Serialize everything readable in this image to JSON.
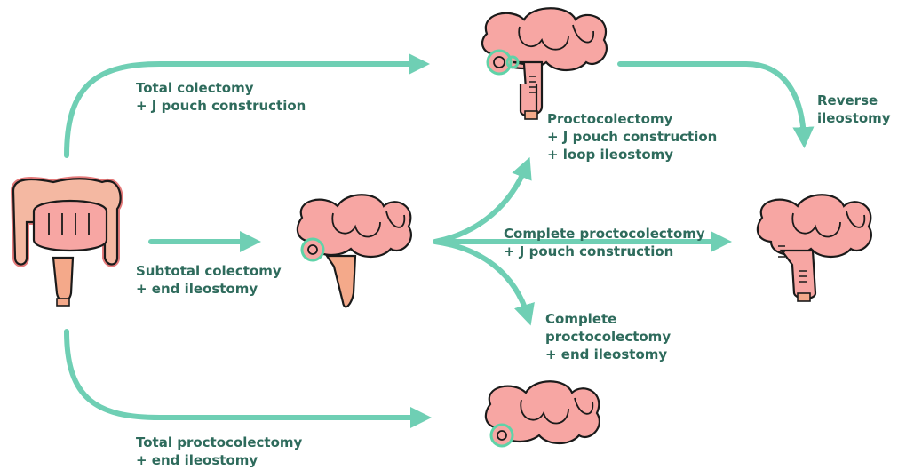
{
  "colors": {
    "arrow": "#6fcfb4",
    "label": "#2e6b5c",
    "intestine_fill": "#f7a6a3",
    "intestine_outline": "#1a1a1a",
    "rectum_fill": "#f4a98a",
    "stoma_ring": "#5fd3a8"
  },
  "labels": {
    "total_colectomy": {
      "l1": "Total colectomy",
      "l2": "+ J pouch construction"
    },
    "proctocolectomy": {
      "l1": "Proctocolectomy",
      "l2": "+ J pouch construction",
      "l3": "+ loop ileostomy"
    },
    "reverse": {
      "l1": "Reverse",
      "l2": "ileostomy"
    },
    "subtotal": {
      "l1": "Subtotal colectomy",
      "l2": "+ end ileostomy"
    },
    "complete_pouch": {
      "l1": "Complete proctocolectomy",
      "l2": "+ J pouch construction"
    },
    "complete_end": {
      "l1": "Complete",
      "l2": "proctocolectomy",
      "l3": "+ end ileostomy"
    },
    "total_procto": {
      "l1": "Total proctocolectomy",
      "l2": "+ end ileostomy"
    }
  },
  "icons": [
    "full-intestine-icon",
    "pouch-with-stoma-icon",
    "subtotal-intestine-icon",
    "restored-pouch-icon",
    "small-intestine-stoma-icon"
  ]
}
